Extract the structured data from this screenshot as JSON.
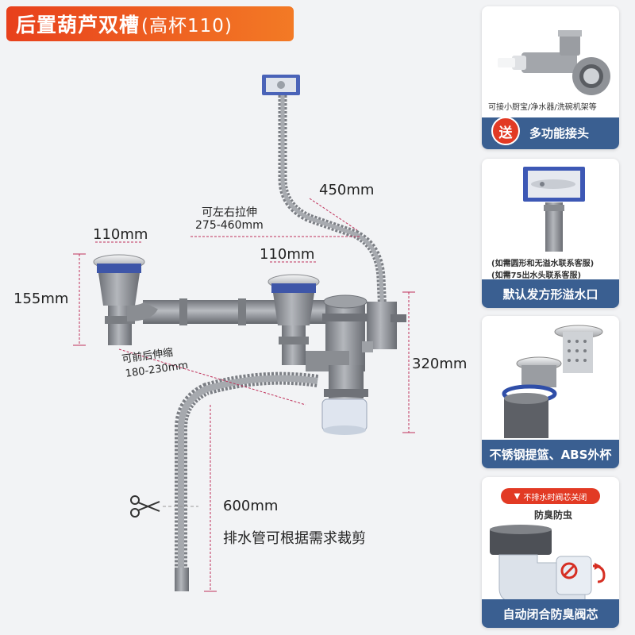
{
  "title": {
    "main": "后置葫芦双槽",
    "paren": "(高杯110)"
  },
  "dimensions": {
    "overflow_pipe": "450mm",
    "left_right_stretch": "可左右拉伸",
    "left_right_range": "275-460mm",
    "left_cup_width": "110mm",
    "right_cup_width": "110mm",
    "cup_height": "155mm",
    "front_back_stretch": "可前后伸缩",
    "front_back_range": "180-230mm",
    "total_height": "320mm",
    "drain_length": "600mm",
    "drain_note": "排水管可根据需求裁剪"
  },
  "cards": [
    {
      "caption": "可接小厨宝/净水器/洗碗机架等",
      "badge": "送",
      "footer": "多功能接头",
      "icon": "multi-connector"
    },
    {
      "notes": [
        "(如需圆形和无溢水联系客服)",
        "(如需75出水头联系客服)"
      ],
      "footer": "默认发方形溢水口",
      "icon": "square-overflow"
    },
    {
      "footer": "不锈钢提篮、ABS外杯",
      "icon": "stainless-basket"
    },
    {
      "tag": "不排水时阀芯关闭",
      "subtitle": "防臭防虫",
      "footer": "自动闭合防臭阀芯",
      "icon": "odor-valve"
    }
  ],
  "colors": {
    "banner_start": "#e8401c",
    "banner_end": "#f37a25",
    "card_footer": "#3a5f91",
    "pipe_gray": "#8a8d92",
    "dim_line": "#c0305a"
  }
}
